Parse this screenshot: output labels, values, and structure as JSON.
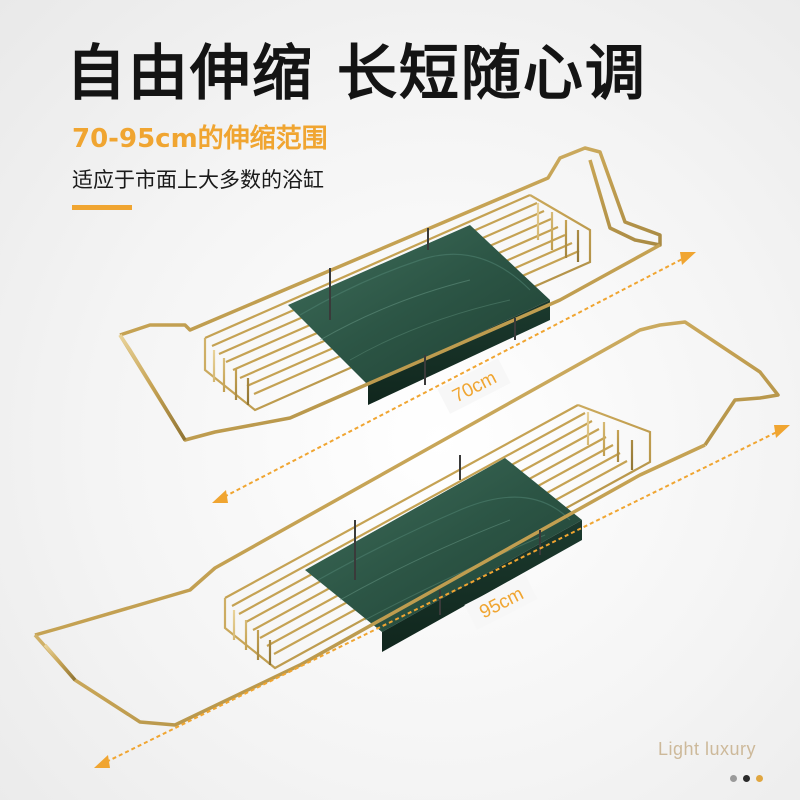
{
  "headline": "自由伸缩 长短随心调",
  "subheadline": "70-95cm的伸缩范围",
  "description": "适应于市面上大多数的浴缸",
  "product": {
    "short_tray_length": "70cm",
    "long_tray_length": "95cm"
  },
  "brand": "Light luxury",
  "pagination": {
    "dots": [
      "#9a9a9a",
      "#2a2a2a",
      "#e0a640"
    ]
  },
  "colors": {
    "accent": "#f0a531",
    "gold_frame": "#c8a858",
    "marble": "#2f5a4a"
  }
}
